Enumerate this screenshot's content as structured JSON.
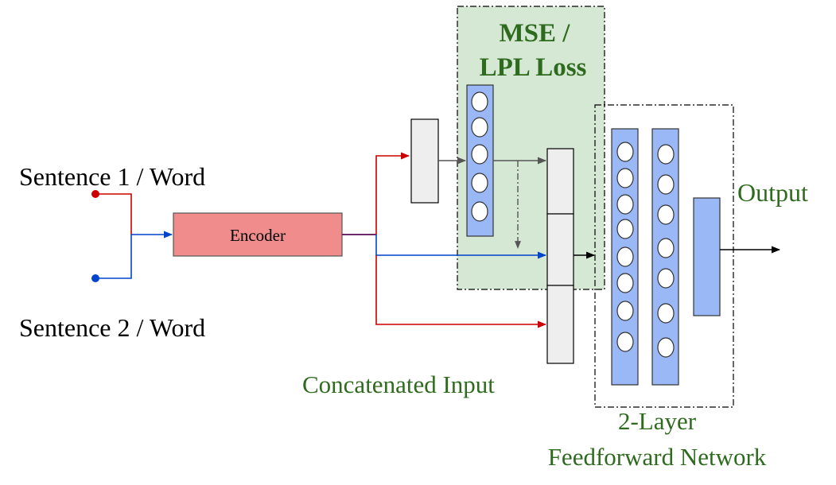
{
  "labels": {
    "sentence1": "Sentence 1 / Word",
    "sentence2": "Sentence 2 / Word",
    "encoder": "Encoder",
    "loss_line1": "MSE /",
    "loss_line2": "LPL Loss",
    "concatenated": "Concatenated Input",
    "ffn_line1": "2-Layer",
    "ffn_line2": "Feedforward Network",
    "output": "Output"
  },
  "colors": {
    "red": "#cc0000",
    "blue": "#0044cc",
    "encoder_fill": "#f08c8c",
    "neuron_fill": "#99b8f5",
    "loss_region": "#d5e8d4",
    "green_text": "#2e6b1e",
    "gray_arrow": "#555555",
    "box_fill": "#eeeeee"
  }
}
